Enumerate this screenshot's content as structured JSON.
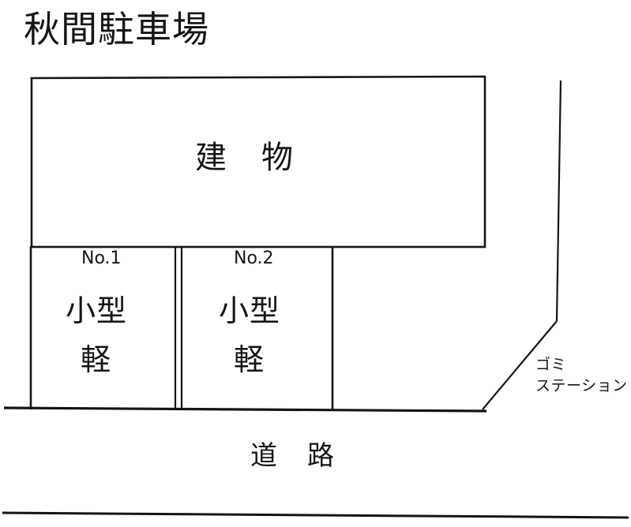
{
  "title": "秋間駐車場",
  "building": {
    "label": "建　物"
  },
  "stalls": [
    {
      "number": "No.1",
      "type": "小型",
      "class": "軽"
    },
    {
      "number": "No.2",
      "type": "小型",
      "class": "軽"
    }
  ],
  "garbage_station": {
    "line1": "ゴミ",
    "line2": "ステーション"
  },
  "road": {
    "label": "道　路"
  },
  "colors": {
    "ink": "#151515",
    "paper": "#ffffff"
  }
}
